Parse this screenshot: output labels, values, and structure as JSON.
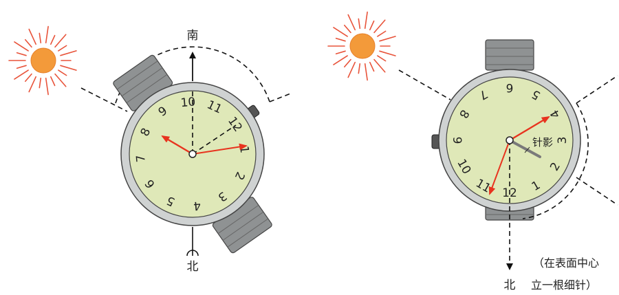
{
  "left_figure": {
    "label_south": "南",
    "label_north": "北",
    "dial_numbers": [
      "1",
      "2",
      "3",
      "4",
      "5",
      "6",
      "7",
      "8",
      "9",
      "10",
      "11",
      "12"
    ]
  },
  "right_figure": {
    "label_shadow": "针影",
    "label_north": "北",
    "note_line1": "（在表面中心",
    "note_line2": "立一根细针）",
    "dial_numbers": [
      "1",
      "2",
      "3",
      "4",
      "5",
      "6",
      "7",
      "8",
      "9",
      "10",
      "11",
      "12"
    ]
  },
  "colors": {
    "sun": "#f39a3a",
    "sun_rays": "#e8533a",
    "dial": "#dfe8b8",
    "bezel": "#cfd2d2",
    "hand": "#e8331e",
    "shadow": "#7a7a7a"
  }
}
